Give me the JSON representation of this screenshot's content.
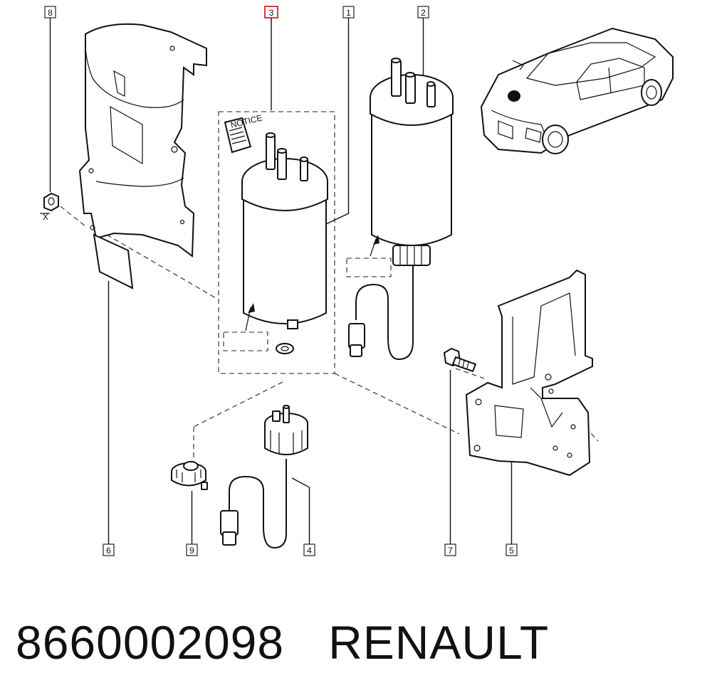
{
  "callouts": [
    {
      "id": "c8",
      "label": "8"
    },
    {
      "id": "c3",
      "label": "3",
      "highlighted": true
    },
    {
      "id": "c1",
      "label": "1"
    },
    {
      "id": "c2",
      "label": "2"
    },
    {
      "id": "c6",
      "label": "6"
    },
    {
      "id": "c9",
      "label": "9"
    },
    {
      "id": "c4",
      "label": "4"
    },
    {
      "id": "c7",
      "label": "7"
    },
    {
      "id": "c5",
      "label": "5"
    }
  ],
  "notice_label": "NOTICE",
  "bolt_marker": "X",
  "caption": {
    "part_number": "8660002098",
    "brand": "RENAULT"
  },
  "highlight_color": "#d9262c"
}
